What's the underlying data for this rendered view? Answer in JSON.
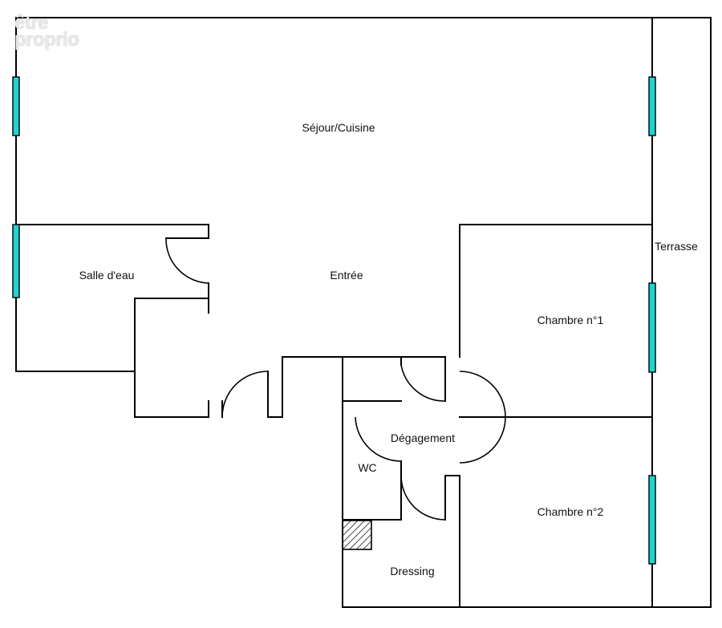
{
  "logo": {
    "line1": "être",
    "line2": "proprio"
  },
  "rooms": {
    "sejour": "Séjour/Cuisine",
    "terrasse": "Terrasse",
    "salle_eau": "Salle d'eau",
    "entree": "Entrée",
    "chambre1": "Chambre n°1",
    "chambre2": "Chambre n°2",
    "degagement": "Dégagement",
    "wc": "WC",
    "dressing": "Dressing"
  },
  "colors": {
    "wall": "#000000",
    "window": "#22d3d3",
    "background": "#ffffff"
  }
}
